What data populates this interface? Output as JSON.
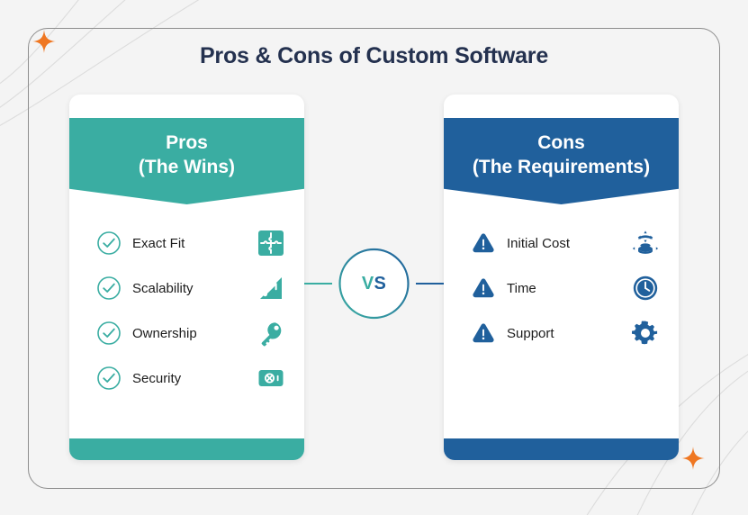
{
  "page": {
    "title": "Pros & Cons of Custom Software",
    "background_color": "#f4f4f4",
    "frame_border_color": "#8d8d8d",
    "title_color": "#24314f",
    "sparkle_color": "#ef7722"
  },
  "divider": {
    "vs_label_left": "V",
    "vs_label_right": "S",
    "ring_start_color": "#3aada2",
    "ring_end_color": "#20609c"
  },
  "columns": [
    {
      "id": "pros",
      "heading_line1": "Pros",
      "heading_line2": "(The Wins)",
      "accent_color": "#3aada2",
      "status_icon": "check-circle-icon",
      "items": [
        {
          "label": "Exact Fit",
          "icon": "puzzle-icon"
        },
        {
          "label": "Scalability",
          "icon": "growth-arrow-icon"
        },
        {
          "label": "Ownership",
          "icon": "key-icon"
        },
        {
          "label": "Security",
          "icon": "safe-vault-icon"
        }
      ]
    },
    {
      "id": "cons",
      "heading_line1": "Cons",
      "heading_line2": "(The Requirements)",
      "accent_color": "#20609c",
      "status_icon": "warning-triangle-icon",
      "items": [
        {
          "label": "Initial Cost",
          "icon": "money-coins-icon"
        },
        {
          "label": "Time",
          "icon": "clock-icon"
        },
        {
          "label": "Support",
          "icon": "gear-icon"
        }
      ]
    }
  ]
}
